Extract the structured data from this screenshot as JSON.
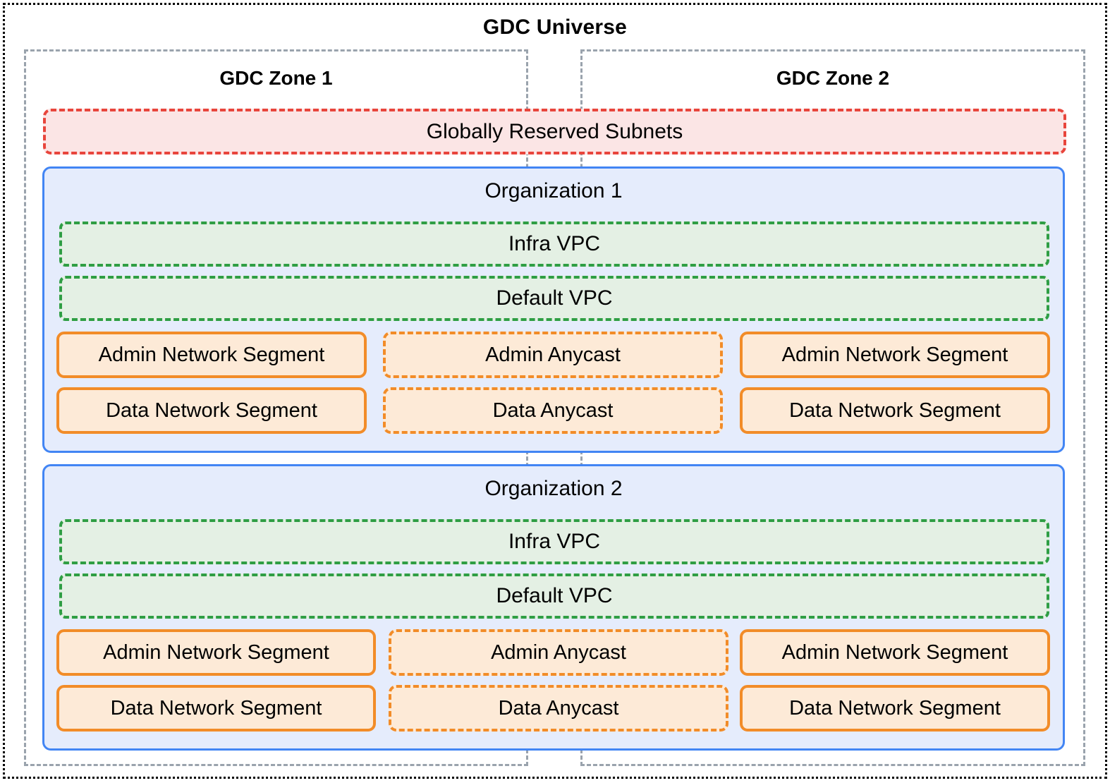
{
  "diagram": {
    "title": "GDC Universe",
    "zones": [
      {
        "label": "GDC Zone 1"
      },
      {
        "label": "GDC Zone 2"
      }
    ],
    "reserved": {
      "label": "Globally Reserved Subnets"
    },
    "organizations": [
      {
        "label": "Organization 1",
        "vpcs": [
          {
            "label": "Infra VPC"
          },
          {
            "label": "Default VPC"
          }
        ],
        "zone1_segments": [
          {
            "label": "Admin Network Segment"
          },
          {
            "label": "Data Network Segment"
          }
        ],
        "anycast": [
          {
            "label": "Admin Anycast"
          },
          {
            "label": "Data Anycast"
          }
        ],
        "zone2_segments": [
          {
            "label": "Admin Network Segment"
          },
          {
            "label": "Data Network Segment"
          }
        ]
      },
      {
        "label": "Organization 2",
        "vpcs": [
          {
            "label": "Infra VPC"
          },
          {
            "label": "Default VPC"
          }
        ],
        "zone1_segments": [
          {
            "label": "Admin Network Segment"
          },
          {
            "label": "Data Network Segment"
          }
        ],
        "anycast": [
          {
            "label": "Admin Anycast"
          },
          {
            "label": "Data Anycast"
          }
        ],
        "zone2_segments": [
          {
            "label": "Admin Network Segment"
          },
          {
            "label": "Data Network Segment"
          }
        ]
      }
    ],
    "colors": {
      "universe_border": "#000000",
      "zone_border": "#9aa3ad",
      "reserved_border": "#e8453c",
      "reserved_fill": "#fbe5e5",
      "org_border": "#4285f4",
      "org_fill": "#e5ecfc",
      "vpc_border": "#2f9e44",
      "vpc_fill": "#e4f0e4",
      "segment_border": "#f28c28",
      "segment_fill": "#fdead7"
    }
  }
}
